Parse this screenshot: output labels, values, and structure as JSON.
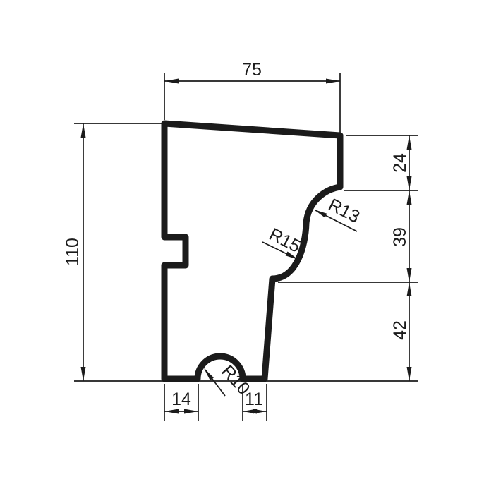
{
  "drawing": {
    "type": "technical-drawing",
    "subject": "molding-profile-cross-section",
    "background_color": "#ffffff",
    "line_color": "#1b1b1b",
    "dimensions": {
      "top_width": "75",
      "left_height": "110",
      "right_upper": "24",
      "right_middle": "39",
      "right_lower": "42",
      "bottom_left": "14",
      "bottom_right": "11"
    },
    "radius_labels": {
      "upper_cove": "R13",
      "lower_ogee": "R15",
      "bottom_arch": "R10"
    }
  }
}
